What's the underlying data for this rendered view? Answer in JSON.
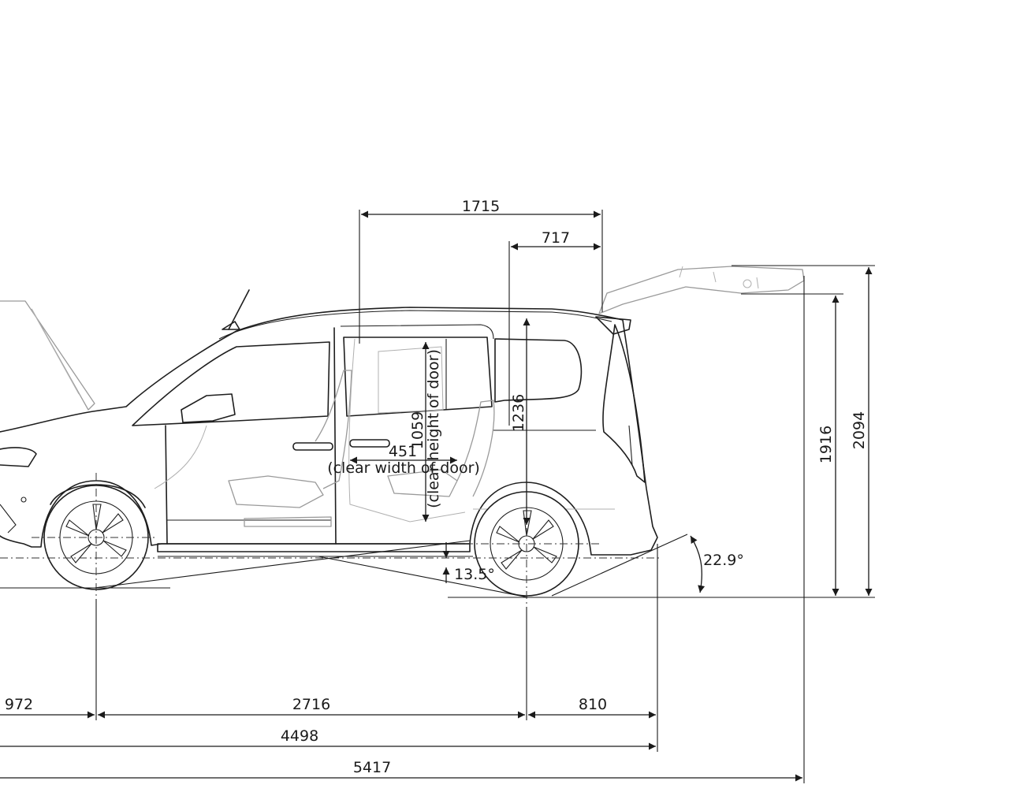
{
  "dimensions": {
    "front_overhang": "972",
    "wheelbase": "2716",
    "rear_overhang": "810",
    "overall_length": "4498",
    "length_tailgate_open": "5417",
    "rear_opening_length": "1715",
    "rear_partial": "717",
    "height": "1916",
    "height_tailgate_open": "2094",
    "interior_height": "1236",
    "door_height": "1059",
    "door_height_note": "(clear height of door)",
    "door_width": "451",
    "door_width_note": "(clear width of door)",
    "ramp_angle": "13.5°",
    "departure_angle": "22.9°"
  }
}
